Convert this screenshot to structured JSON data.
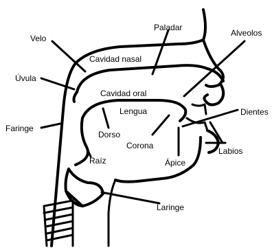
{
  "labels": {
    "velo": "Velo",
    "paladar": "Paladar",
    "alveolos": "Alveolos",
    "cavidad_nasal": "Cavidad  nasal",
    "uvula": "Úvula",
    "cavidad_oral": "Cavidad  oral",
    "lengua": "Lengua",
    "dientes": "Dientes",
    "faringe": "Faringe",
    "dorso": "Dorso",
    "corona": "Corona",
    "labios": "Labios",
    "raiz": "Raíz",
    "apice": "Ápice",
    "laringe": "Laringe"
  }
}
